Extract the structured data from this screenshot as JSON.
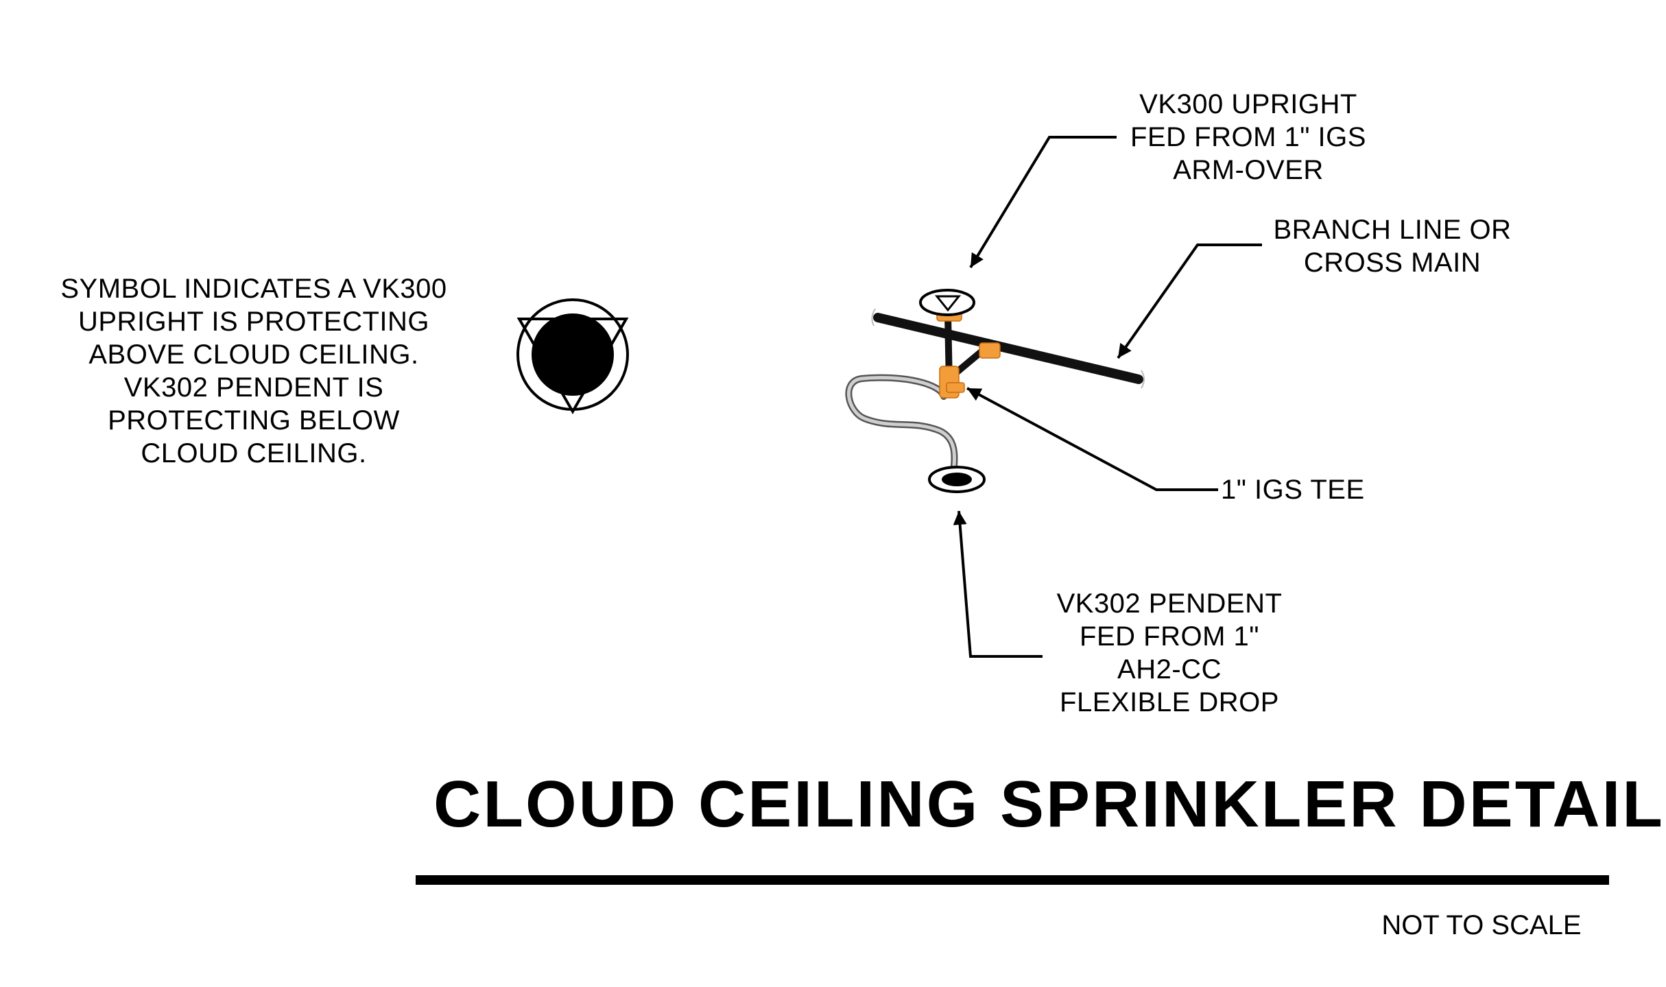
{
  "symbol_note": {
    "lines": [
      "SYMBOL INDICATES A VK300",
      "UPRIGHT IS PROTECTING",
      "ABOVE CLOUD CEILING.",
      "VK302 PENDENT IS",
      "PROTECTING BELOW",
      "CLOUD CEILING."
    ]
  },
  "callouts": {
    "upright": [
      "VK300 UPRIGHT",
      "FED FROM 1\" IGS",
      "ARM-OVER"
    ],
    "branch": [
      "BRANCH LINE OR",
      "CROSS MAIN"
    ],
    "tee": [
      "1\" IGS TEE"
    ],
    "pendent": [
      "VK302 PENDENT",
      "FED FROM 1\"",
      "AH2-CC",
      "FLEXIBLE DROP"
    ]
  },
  "title": "CLOUD CEILING SPRINKLER DETAIL",
  "scale_note": "NOT TO SCALE",
  "colors": {
    "fitting": "#f39c3a",
    "pipe": "#111111",
    "flex_hose": "#9a9a9a"
  }
}
